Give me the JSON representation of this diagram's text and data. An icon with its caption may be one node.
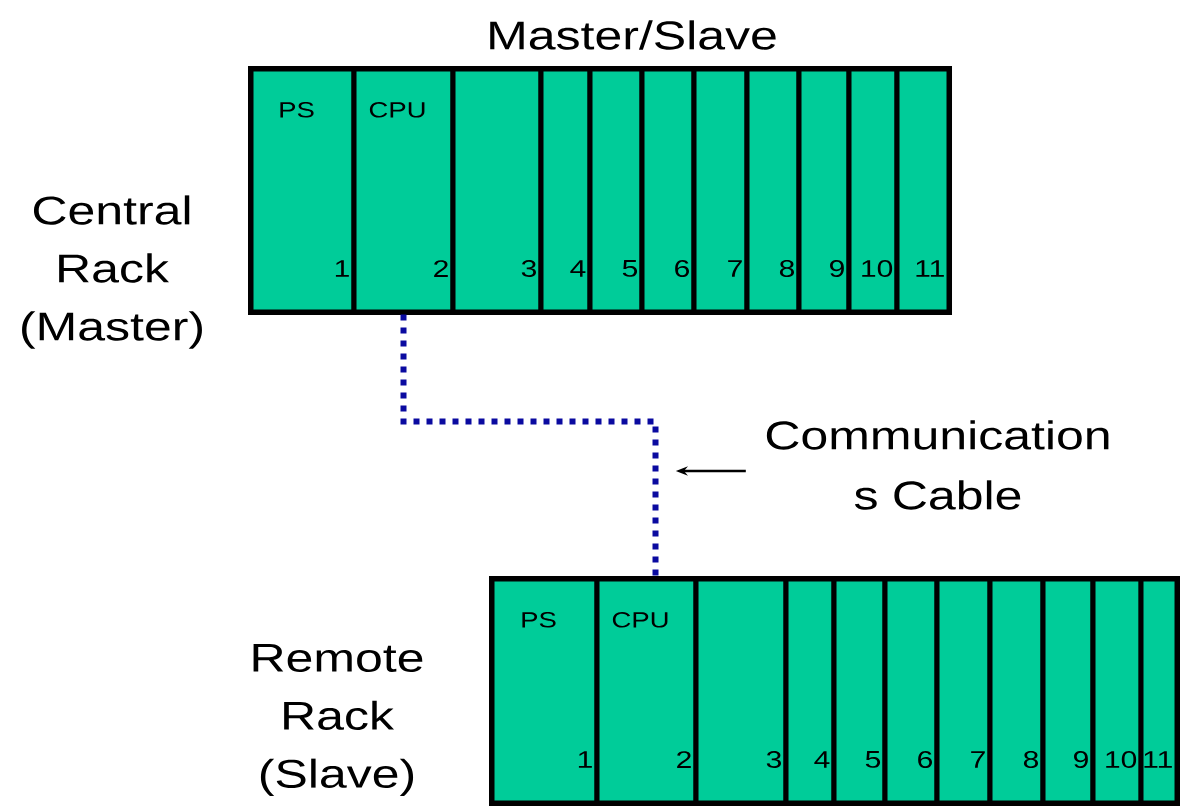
{
  "diagram": {
    "title": "Master/Slave",
    "nodes": [
      {
        "text": [],
        "shape": "box",
        "beside": [
          "Central Rack (Master)"
        ]
      },
      {
        "text": [
          "PS",
          "1"
        ],
        "in": 0
      },
      {
        "text": [
          "CPU",
          "2"
        ],
        "in": 0
      },
      {
        "text": [
          "3"
        ],
        "in": 0
      },
      {
        "text": [
          "4"
        ],
        "in": 0
      },
      {
        "text": [
          "5"
        ],
        "in": 0
      },
      {
        "text": [
          "6"
        ],
        "in": 0
      },
      {
        "text": [
          "7"
        ],
        "in": 0
      },
      {
        "text": [
          "8"
        ],
        "in": 0
      },
      {
        "text": [
          "9"
        ],
        "in": 0
      },
      {
        "text": [
          "10"
        ],
        "in": 0
      },
      {
        "text": [
          "11"
        ],
        "in": 0
      },
      {
        "text": [],
        "shape": "box",
        "beside": [
          "Remote Rack (Slave)"
        ]
      },
      {
        "text": [
          "PS",
          "1"
        ],
        "in": 12
      },
      {
        "text": [
          "CPU",
          "2"
        ],
        "in": 12
      },
      {
        "text": [
          "3"
        ],
        "in": 12
      },
      {
        "text": [
          "4"
        ],
        "in": 12
      },
      {
        "text": [
          "5"
        ],
        "in": 12
      },
      {
        "text": [
          "6"
        ],
        "in": 12
      },
      {
        "text": [
          "7"
        ],
        "in": 12
      },
      {
        "text": [
          "8"
        ],
        "in": 12
      },
      {
        "text": [
          "9"
        ],
        "in": 12
      },
      {
        "text": [
          "10"
        ],
        "in": 12
      },
      {
        "text": [
          "11"
        ],
        "in": 12
      },
      {
        "text": [
          "Communication s Cable"
        ]
      }
    ],
    "edges": [
      {
        "from": 2,
        "to": 14,
        "arrow": "none",
        "style": "dashed",
        "color": "#0a0aa0"
      },
      {
        "from": 24,
        "to": null,
        "arrow": "to",
        "color": "#000000"
      }
    ]
  }
}
